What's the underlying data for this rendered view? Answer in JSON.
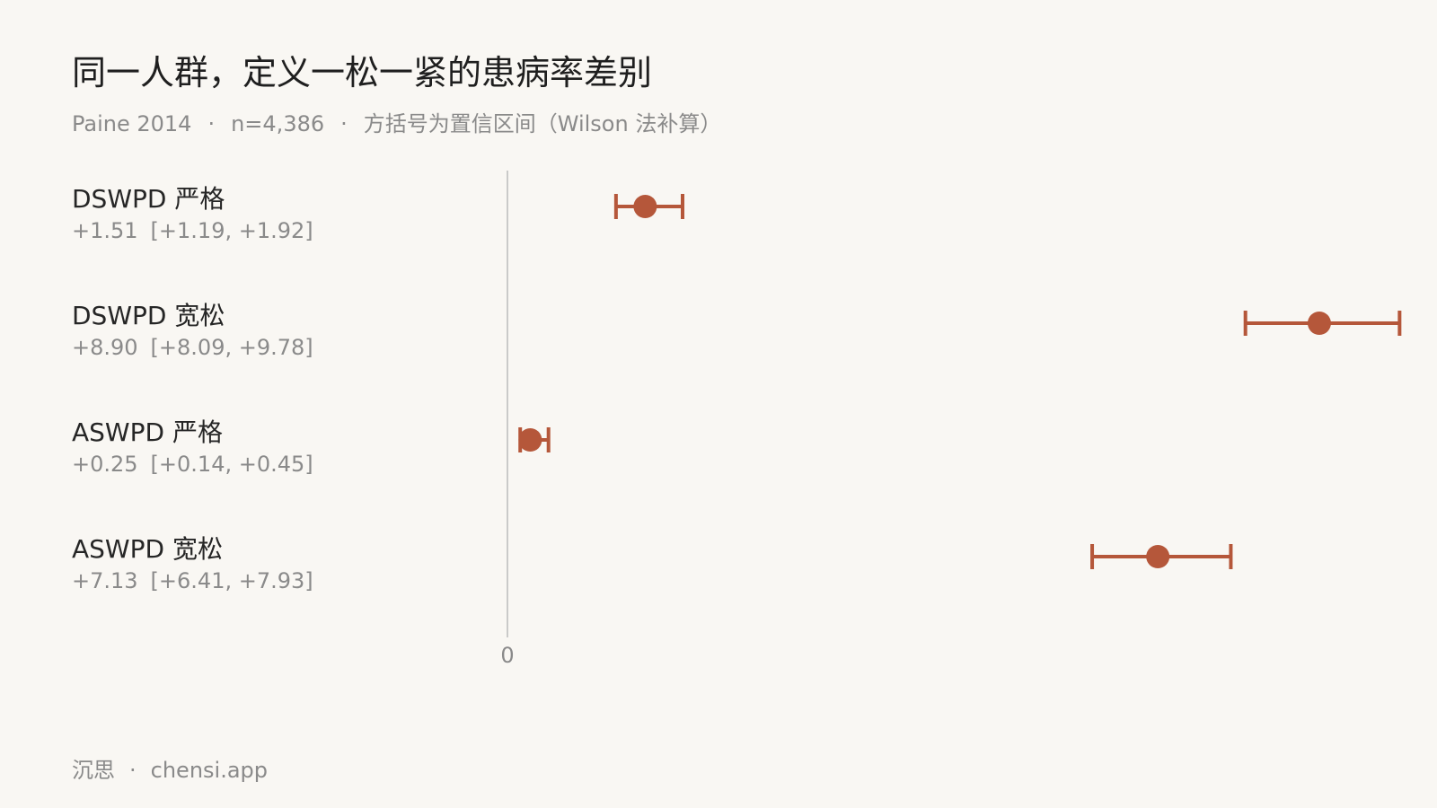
{
  "title": "同一人群，定义一松一紧的患病率差别",
  "subtitle": {
    "source": "Paine 2014",
    "n": "n=4,386",
    "note": "方括号为置信区间（Wilson 法补算）",
    "separator": "·"
  },
  "chart_data": {
    "type": "forest",
    "zero_label": "0",
    "colors": {
      "point": "#b5573a",
      "axis": "#bbbbbb"
    },
    "xlim": [
      0,
      10.2
    ],
    "rows": [
      {
        "label": "DSWPD 严格",
        "value": 1.51,
        "ci": [
          1.19,
          1.92
        ],
        "value_text": "+1.51",
        "ci_text": "[+1.19, +1.92]"
      },
      {
        "label": "DSWPD 宽松",
        "value": 8.9,
        "ci": [
          8.09,
          9.78
        ],
        "value_text": "+8.90",
        "ci_text": "[+8.09, +9.78]"
      },
      {
        "label": "ASWPD 严格",
        "value": 0.25,
        "ci": [
          0.14,
          0.45
        ],
        "value_text": "+0.25",
        "ci_text": "[+0.14, +0.45]"
      },
      {
        "label": "ASWPD 宽松",
        "value": 7.13,
        "ci": [
          6.41,
          7.93
        ],
        "value_text": "+7.13",
        "ci_text": "[+6.41, +7.93]"
      }
    ]
  },
  "footer": {
    "brand": "沉思",
    "separator": "·",
    "site": "chensi.app"
  }
}
